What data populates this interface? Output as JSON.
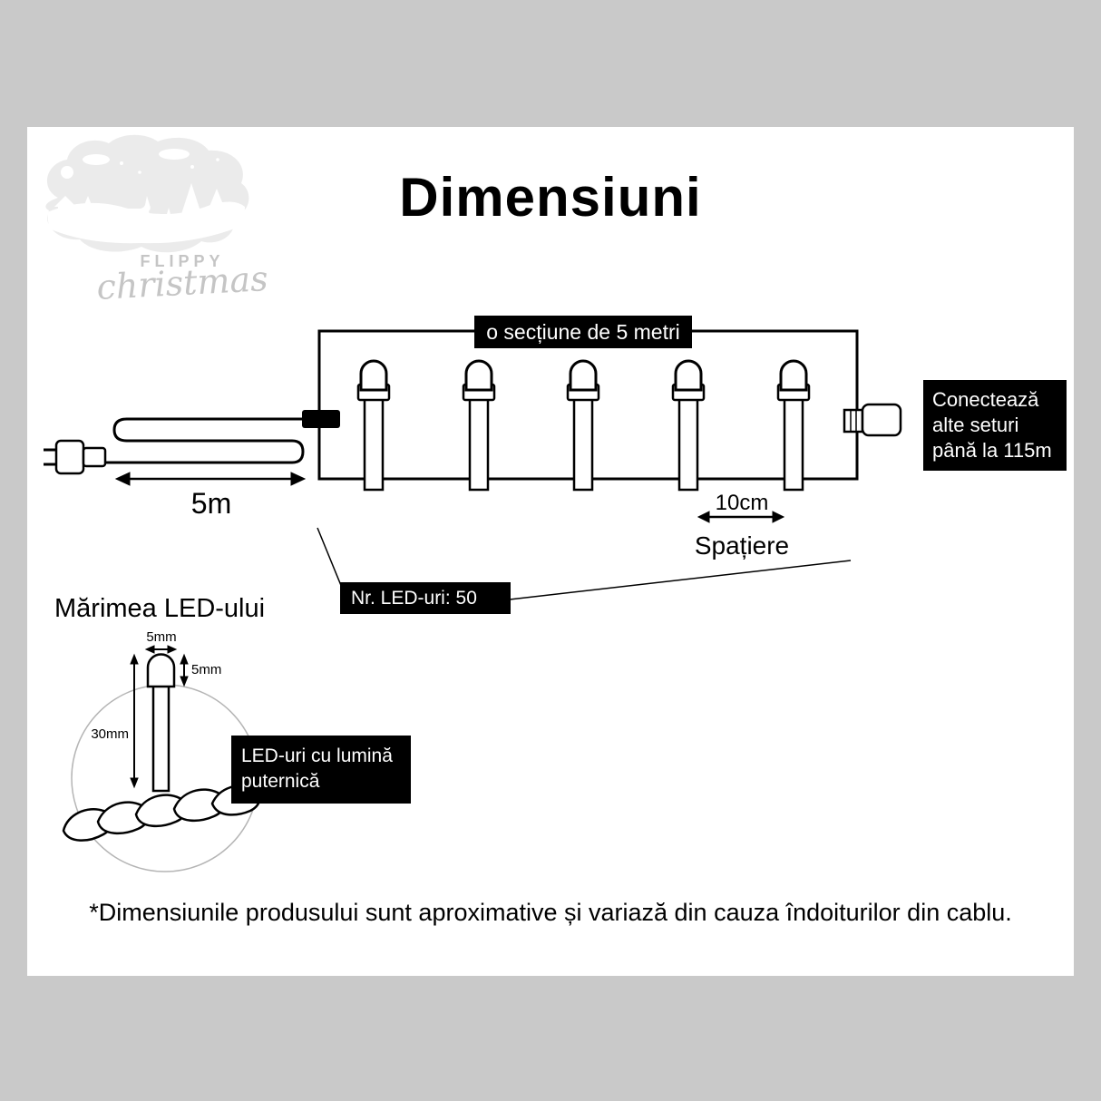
{
  "page": {
    "title": "Dimensiuni",
    "footnote": "*Dimensiunile produsului sunt aproximative și variază din cauza îndoiturilor din cablu."
  },
  "logo": {
    "brand": "FLIPPY",
    "brand_sub": "christmas"
  },
  "diagram": {
    "section_label": "o secțiune de 5 metri",
    "connect_label": "Conectează\nalte seturi\npână la 115m",
    "length_label": "5m",
    "spacing_value": "10cm",
    "spacing_label": "Spațiere",
    "led_count_label": "Nr. LED-uri: 50"
  },
  "led_size": {
    "title": "Mărimea LED-ului",
    "width_label": "5mm",
    "height_label": "5mm",
    "length_label": "30mm",
    "info_label": "LED-uri cu lumină\nputernică"
  },
  "colors": {
    "background": "#c9c9c9",
    "panel": "#ffffff",
    "label_bg": "#000000",
    "label_text": "#ffffff",
    "line": "#000000",
    "logo_gray": "#c5c5c5"
  }
}
